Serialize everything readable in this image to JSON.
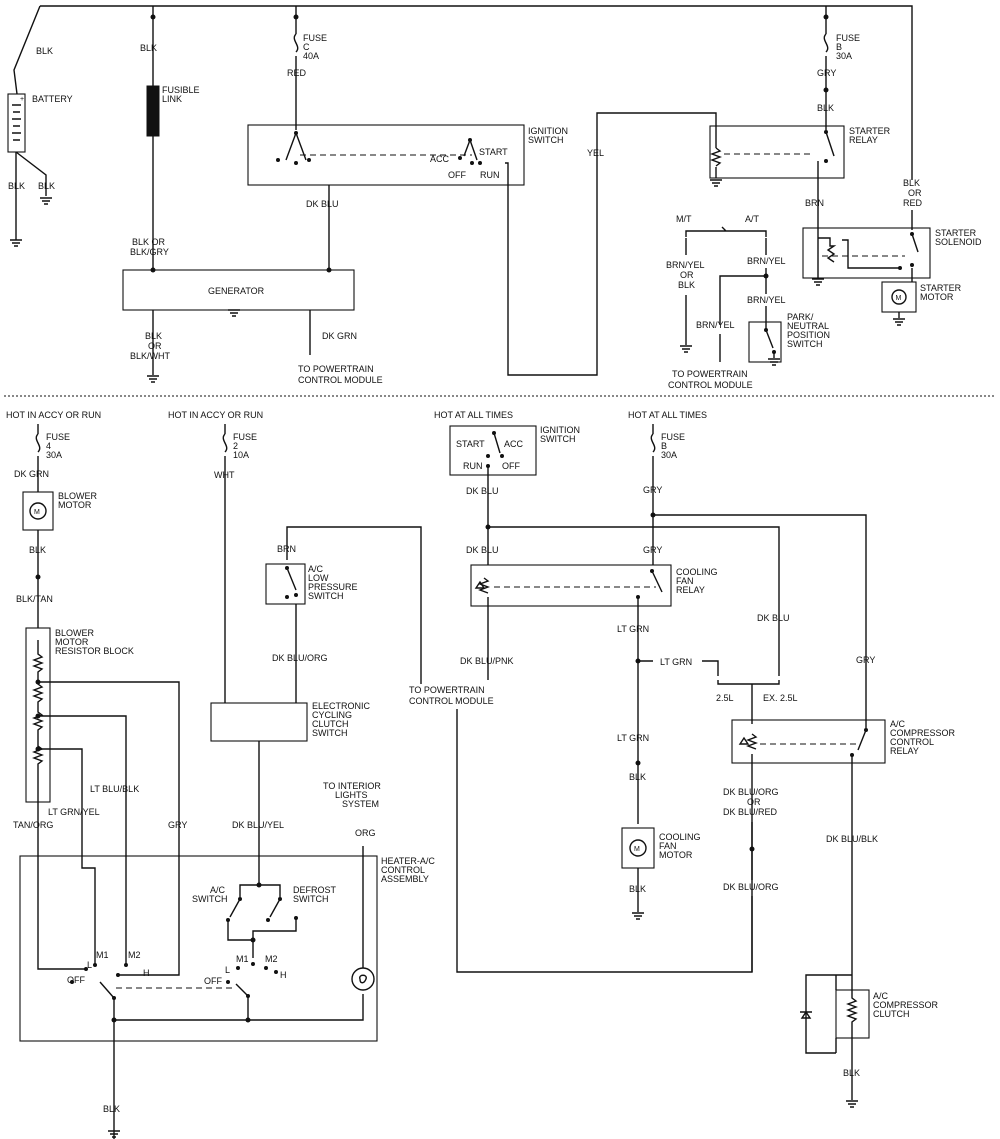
{
  "top": {
    "battery": {
      "label": "BATTERY",
      "wire_top": "BLK",
      "wire_bottom_left": "BLK",
      "wire_bottom_right": "BLK"
    },
    "fusible_link": {
      "label_1": "FUSIBLE",
      "label_2": "LINK",
      "wire_top": "BLK",
      "wire_bottom_1": "BLK OR",
      "wire_bottom_2": "BLK/GRY"
    },
    "fuse_c": {
      "label_1": "FUSE",
      "label_2": "C",
      "label_3": "40A",
      "wire": "RED"
    },
    "ignition_switch": {
      "label_1": "IGNITION",
      "label_2": "SWITCH",
      "acc": "ACC",
      "start": "START",
      "off": "OFF",
      "run": "RUN",
      "wire_out": "DK BLU"
    },
    "generator": {
      "label": "GENERATOR",
      "gnd_1": "BLK",
      "gnd_2": "OR",
      "gnd_3": "BLK/WHT",
      "out_wire": "DK GRN",
      "to_1": "TO POWERTRAIN",
      "to_2": "CONTROL MODULE"
    },
    "yel_wire": "YEL",
    "fuse_b": {
      "label_1": "FUSE",
      "label_2": "B",
      "label_3": "30A",
      "wire_1": "GRY",
      "wire_2": "BLK"
    },
    "starter_relay": {
      "label_1": "STARTER",
      "label_2": "RELAY",
      "out_wire": "BRN"
    },
    "trans": {
      "mt": "M/T",
      "at": "A/T",
      "mt_wire_1": "BRN/YEL",
      "mt_wire_2": "OR",
      "mt_wire_3": "BLK",
      "at_wire_1": "BRN/YEL",
      "at_wire_2": "BRN/YEL",
      "at_wire_3": "BRN/YEL",
      "to_1": "TO POWERTRAIN",
      "to_2": "CONTROL MODULE"
    },
    "park_neutral": {
      "label_1": "PARK/",
      "label_2": "NEUTRAL",
      "label_3": "POSITION",
      "label_4": "SWITCH"
    },
    "starter_solenoid": {
      "label_1": "STARTER",
      "label_2": "SOLENOID",
      "wire_1": "BLK",
      "wire_2": "OR",
      "wire_3": "RED"
    },
    "starter_motor": {
      "label_1": "STARTER",
      "label_2": "MOTOR",
      "symbol": "M"
    }
  },
  "bottom": {
    "blower": {
      "hot": "HOT IN ACCY OR RUN",
      "fuse_1": "FUSE",
      "fuse_2": "4",
      "fuse_3": "30A",
      "wire_1": "DK GRN",
      "motor_1": "BLOWER",
      "motor_2": "MOTOR",
      "symbol": "M",
      "wire_2": "BLK",
      "wire_3": "BLK/TAN",
      "resistor_1": "BLOWER",
      "resistor_2": "MOTOR",
      "resistor_3": "RESISTOR BLOCK",
      "w_ltblu": "LT BLU/BLK",
      "w_ltgrn": "LT GRN/YEL",
      "w_tan": "TAN/ORG",
      "w_gry": "GRY"
    },
    "clutch": {
      "hot": "HOT IN ACCY OR RUN",
      "fuse_1": "FUSE",
      "fuse_2": "2",
      "fuse_3": "10A",
      "wire_1": "WHT",
      "brn": "BRN",
      "lp_1": "A/C",
      "lp_2": "LOW",
      "lp_3": "PRESSURE",
      "lp_4": "SWITCH",
      "w_dkblu_org": "DK BLU/ORG",
      "ec_1": "ELECTRONIC",
      "ec_2": "CYCLING",
      "ec_3": "CLUTCH",
      "ec_4": "SWITCH",
      "w_dkblu_yel": "DK BLU/YEL",
      "to_pcm_1": "TO POWERTRAIN",
      "to_pcm_2": "CONTROL MODULE",
      "to_int_1": "TO INTERIOR",
      "to_int_2": "LIGHTS",
      "to_int_3": "SYSTEM",
      "w_org": "ORG"
    },
    "heater": {
      "label_1": "HEATER-A/C",
      "label_2": "CONTROL",
      "label_3": "ASSEMBLY",
      "ac_sw_1": "A/C",
      "ac_sw_2": "SWITCH",
      "def_1": "DEFROST",
      "def_2": "SWITCH",
      "m1": "M1",
      "m2": "M2",
      "l": "L",
      "h": "H",
      "off": "OFF",
      "m1b": "M1",
      "m2b": "M2",
      "lb": "L",
      "hb": "H",
      "offb": "OFF",
      "gnd": "BLK"
    },
    "cooling": {
      "hot_1": "HOT AT ALL TIMES",
      "ign_1": "IGNITION",
      "ign_2": "SWITCH",
      "start": "START",
      "acc": "ACC",
      "run": "RUN",
      "off": "OFF",
      "w_dkblu_1": "DK BLU",
      "w_dkblu_2": "DK BLU",
      "relay_1": "COOLING",
      "relay_2": "FAN",
      "relay_3": "RELAY",
      "w_dkblu_pnk": "DK BLU/PNK",
      "w_ltgrn_1": "LT GRN",
      "w_ltgrn_2": "LT GRN",
      "w_ltgrn_3": "LT GRN",
      "w_blk": "BLK",
      "motor_1": "COOLING",
      "motor_2": "FAN",
      "motor_3": "MOTOR",
      "symbol": "M",
      "motor_gnd": "BLK",
      "to_pcm_1": "TO POWERTRAIN",
      "to_pcm_2": "CONTROL MODULE"
    },
    "compressor": {
      "hot": "HOT AT ALL TIMES",
      "fuse_1": "FUSE",
      "fuse_2": "B",
      "fuse_3": "30A",
      "w_gry_1": "GRY",
      "w_gry_2": "GRY",
      "w_gry_3": "GRY",
      "w_dkblu": "DK BLU",
      "e25": "2.5L",
      "ex25": "EX. 2.5L",
      "relay_1": "A/C",
      "relay_2": "COMPRESSOR",
      "relay_3": "CONTROL",
      "relay_4": "RELAY",
      "w_alt_1": "DK BLU/ORG",
      "w_alt_2": "OR",
      "w_alt_3": "DK BLU/RED",
      "w_alt_4": "DK BLU/ORG",
      "w_dkblu_blk": "DK BLU/BLK",
      "clutch_1": "A/C",
      "clutch_2": "COMPRESSOR",
      "clutch_3": "CLUTCH",
      "gnd": "BLK"
    }
  }
}
